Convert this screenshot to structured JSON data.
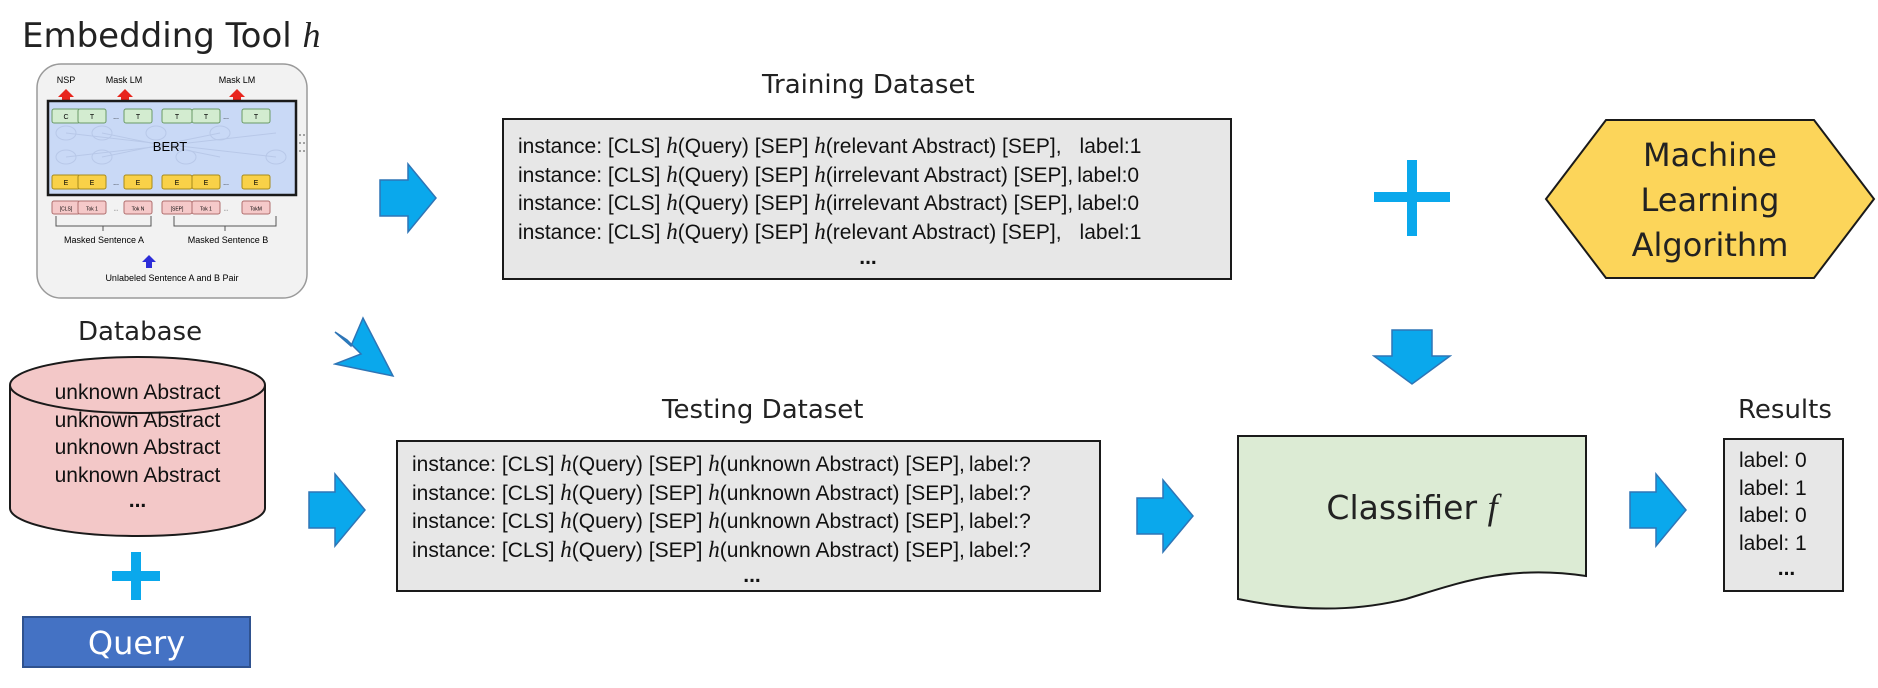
{
  "embedding": {
    "title": "Embedding Tool",
    "var": "h"
  },
  "bert": {
    "top_labels": [
      "NSP",
      "Mask LM",
      "Mask LM"
    ],
    "center_label": "BERT",
    "tokens_top": [
      "C",
      "T",
      "...",
      "T",
      "T",
      "T",
      "...",
      "T"
    ],
    "tokens_emb": [
      "E",
      "E",
      "...",
      "E",
      "E",
      "E",
      "...",
      "E"
    ],
    "tokens_in": [
      "[CLS]",
      "Tok 1",
      "...",
      "Tok N",
      "[SEP]",
      "Tok 1",
      "...",
      "TokM"
    ],
    "sentence_a": "Masked Sentence A",
    "sentence_b": "Masked Sentence B",
    "bottom": "Unlabeled Sentence A and B Pair"
  },
  "database": {
    "title": "Database",
    "items": [
      "unknown Abstract",
      "unknown Abstract",
      "unknown Abstract",
      "unknown Abstract"
    ],
    "ellipsis": "..."
  },
  "query": {
    "label": "Query"
  },
  "training": {
    "title": "Training Dataset",
    "rows": [
      {
        "pre": "instance: [CLS] ",
        "mid": "(Query) [SEP] ",
        "abs": "(relevant Abstract) [SEP],",
        "label": "label:1"
      },
      {
        "pre": "instance: [CLS] ",
        "mid": "(Query) [SEP] ",
        "abs": "(irrelevant Abstract) [SEP],",
        "label": "label:0"
      },
      {
        "pre": "instance: [CLS] ",
        "mid": "(Query) [SEP] ",
        "abs": "(irrelevant Abstract) [SEP],",
        "label": "label:0"
      },
      {
        "pre": "instance: [CLS] ",
        "mid": "(Query) [SEP] ",
        "abs": "(relevant Abstract) [SEP],",
        "label": "label:1"
      }
    ],
    "ellipsis": "..."
  },
  "testing": {
    "title": "Testing Dataset",
    "rows": [
      {
        "pre": "instance: [CLS] ",
        "mid": "(Query) [SEP] ",
        "abs": "(unknown Abstract) [SEP],",
        "label": "label:?"
      },
      {
        "pre": "instance: [CLS] ",
        "mid": "(Query) [SEP] ",
        "abs": "(unknown Abstract) [SEP],",
        "label": "label:?"
      },
      {
        "pre": "instance: [CLS] ",
        "mid": "(Query) [SEP] ",
        "abs": "(unknown Abstract) [SEP],",
        "label": "label:?"
      },
      {
        "pre": "instance: [CLS] ",
        "mid": "(Query) [SEP] ",
        "abs": "(unknown Abstract) [SEP],",
        "label": "label:?"
      }
    ],
    "ellipsis": "..."
  },
  "ml": {
    "lines": [
      "Machine",
      "Learning",
      "Algorithm"
    ]
  },
  "classifier": {
    "label": "Classifier",
    "var": "f"
  },
  "results": {
    "title": "Results",
    "items": [
      "label: 0",
      "label: 1",
      "label: 0",
      "label: 1"
    ],
    "ellipsis": "..."
  },
  "colors": {
    "arrow": "#0aa8ec",
    "database_fill": "#f3c8c8",
    "query_fill": "#4472c4",
    "ml_fill": "#fcd55a",
    "classifier_fill": "#dcebd4",
    "box_fill": "#e7e7e7"
  }
}
